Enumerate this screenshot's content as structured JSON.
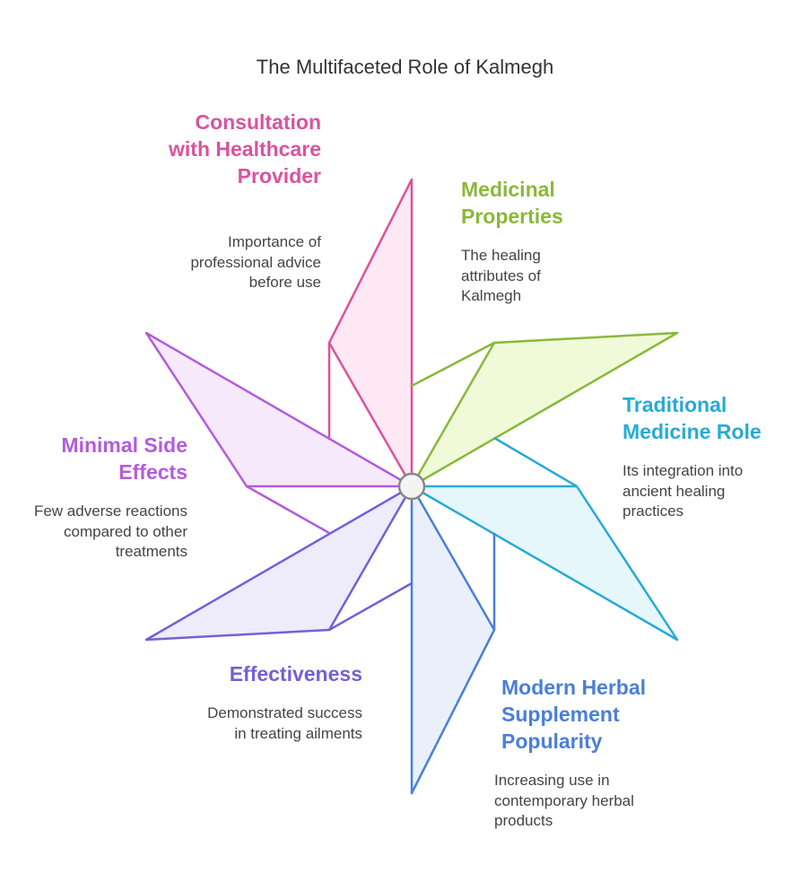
{
  "title": "The Multifaceted Role of Kalmegh",
  "colors": {
    "pink": "#d9539e",
    "green": "#8ab83a",
    "cyan": "#27aad6",
    "blue": "#4a7fd8",
    "indigo": "#7560d6",
    "violet": "#b35cdc",
    "hub_stroke": "#888888"
  },
  "segments": [
    {
      "key": "consultation",
      "label": "Consultation with Healthcare Provider",
      "desc": "Importance of professional advice before use",
      "color": "#d9539e",
      "fill": "#fde8f3"
    },
    {
      "key": "medicinal",
      "label": "Medicinal Properties",
      "desc": "The healing attributes of Kalmegh",
      "color": "#8ab83a",
      "fill": "#f0fad9"
    },
    {
      "key": "traditional",
      "label": "Traditional Medicine Role",
      "desc": "Its integration into ancient healing practices",
      "color": "#27aad6",
      "fill": "#e6f7fc"
    },
    {
      "key": "modern",
      "label": "Modern Herbal Supplement Popularity",
      "desc": "Increasing use in contemporary herbal products",
      "color": "#4a7fd8",
      "fill": "#eaf0fb"
    },
    {
      "key": "effectiveness",
      "label": "Effectiveness",
      "desc": "Demonstrated success in treating ailments",
      "color": "#7560d6",
      "fill": "#eeebfa"
    },
    {
      "key": "sideeffects",
      "label": "Minimal Side Effects",
      "desc": "Few adverse reactions compared to other treatments",
      "color": "#b35cdc",
      "fill": "#f6e9fb"
    }
  ]
}
